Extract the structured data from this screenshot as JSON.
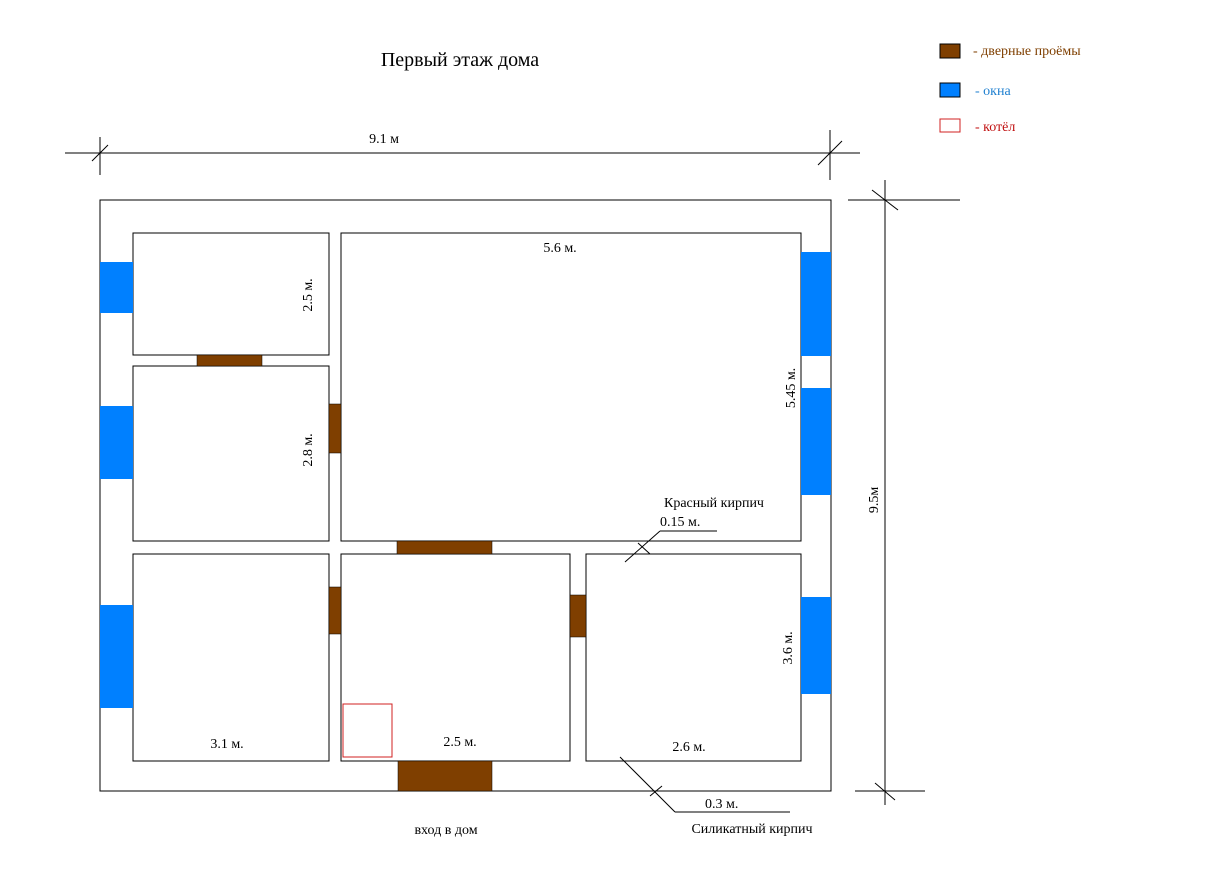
{
  "title": "Первый этаж дома",
  "legend": [
    {
      "label": "- дверные проёмы",
      "color": "#7f3f00"
    },
    {
      "label": "- окна",
      "color": "#0080ff"
    },
    {
      "label": "- котёл",
      "color": "#d02020"
    }
  ],
  "dimensions": {
    "width": "9.1 м",
    "height": "9.5м"
  },
  "rooms": {
    "r1_h": "2.5 м.",
    "r2_h": "2.8 м.",
    "r3_w": "5.6 м.",
    "r3_h": "5.45 м.",
    "r4_w": "3.1 м.",
    "r5_w": "2.5 м.",
    "r6_w": "2.6 м.",
    "r6_h": "3.6 м."
  },
  "callouts": {
    "red_brick": "Красный кирпич",
    "red_brick_thickness": "0.15 м.",
    "silicate_thickness": "0.3 м.",
    "silicate_brick": "Силикатный кирпич"
  },
  "entrance": "вход в дом"
}
